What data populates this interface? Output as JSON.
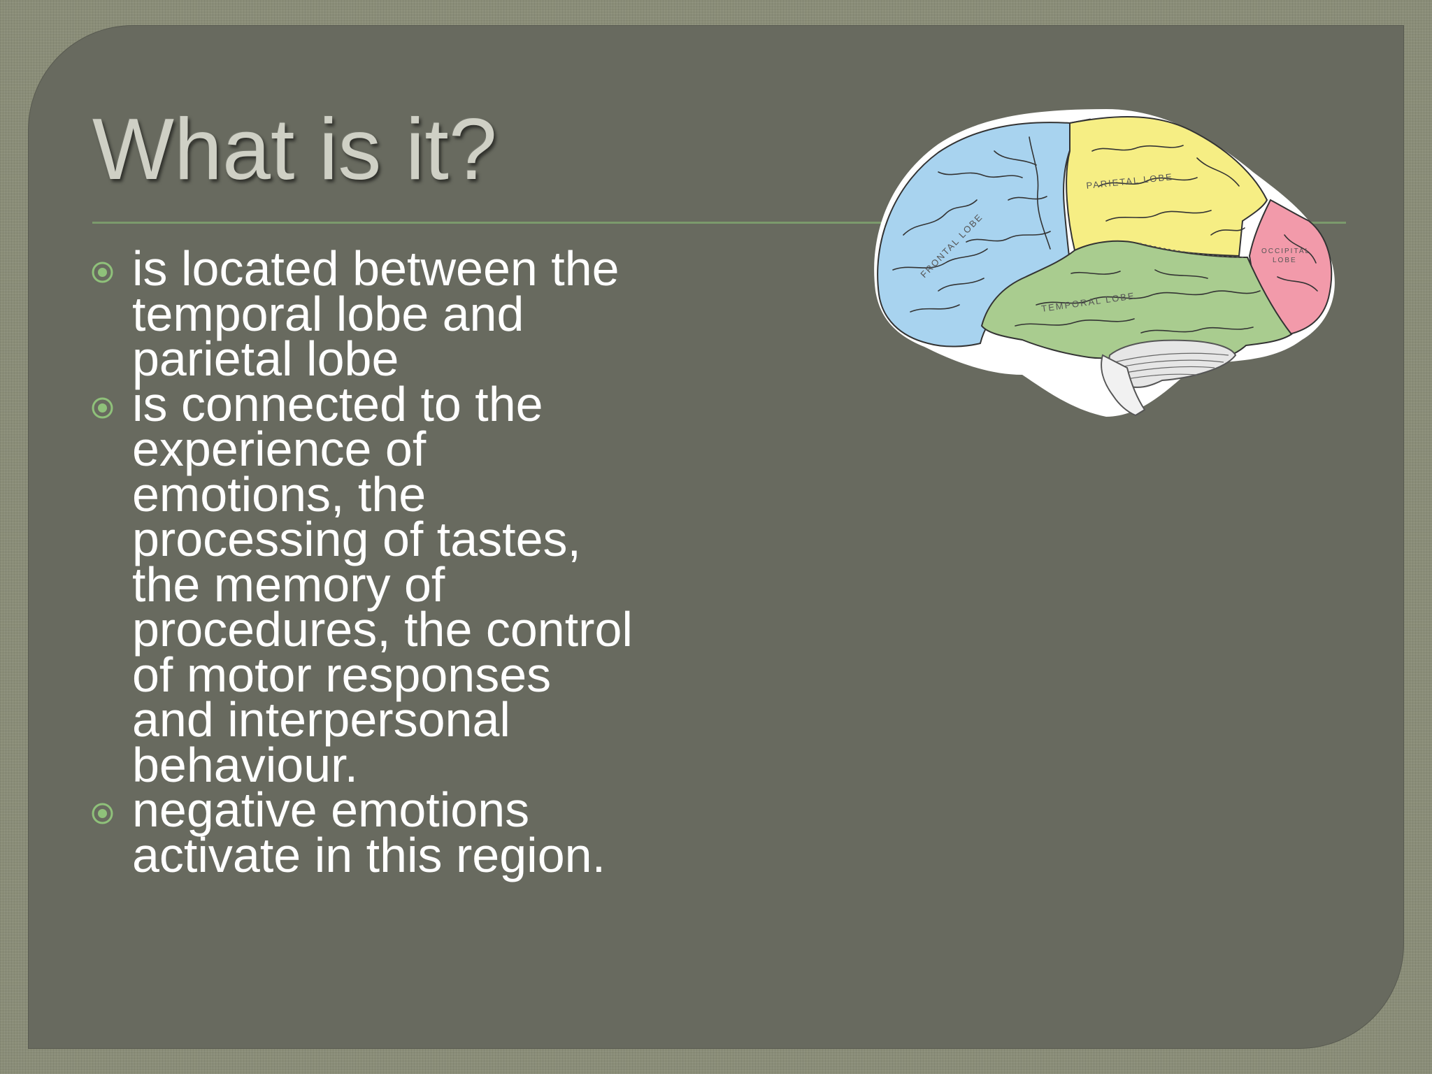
{
  "slide": {
    "title": "What is it?",
    "bullets": [
      {
        "lines": [
          "is located between the",
          "temporal lobe and",
          "parietal lobe"
        ]
      },
      {
        "lines": [
          "is connected to the",
          "experience of",
          "emotions, the",
          "processing of tastes,",
          "the memory of",
          "procedures, the control",
          "of motor responses",
          "and interpersonal",
          "behaviour."
        ]
      },
      {
        "lines": [
          "negative emotions",
          "activate in this region."
        ]
      }
    ],
    "bullet_icon": "target-circle-icon",
    "figure": {
      "labels": {
        "frontal": "FRONTAL LOBE",
        "parietal": "PARIETAL LOBE",
        "temporal": "TEMPORAL LOBE",
        "occipital_line1": "OCCIPITAL",
        "occipital_line2": "LOBE"
      }
    },
    "colors": {
      "panel": "#686a5f",
      "frame": "#8a8d78",
      "title_text": "#cfd0c5",
      "rule": "#7b9a6c",
      "bullet_marker": "#8fc17a",
      "body_text": "#ffffff",
      "frontal_lobe": "#a8d3ef",
      "parietal_lobe": "#f6ee84",
      "temporal_lobe": "#a9cc8f",
      "occipital_lobe": "#f29aaa"
    }
  }
}
